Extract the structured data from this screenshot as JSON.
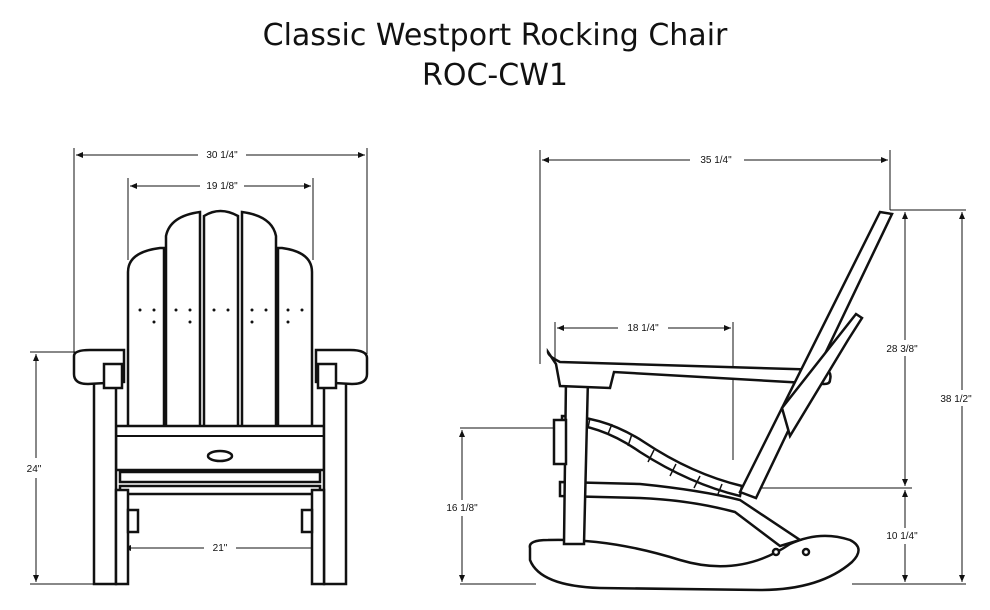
{
  "title": "Classic Westport Rocking Chair",
  "model": "ROC-CW1",
  "front_view": {
    "overall_width": "30 1/4\"",
    "back_width": "19 1/8\"",
    "height_arm": "24\"",
    "inner_width": "21\""
  },
  "side_view": {
    "overall_depth": "35 1/4\"",
    "arm_depth": "18 1/4\"",
    "back_height": "28 3/8\"",
    "overall_height": "38 1/2\"",
    "seat_height_front": "16 1/8\"",
    "seat_height_rear": "10 1/4\""
  }
}
